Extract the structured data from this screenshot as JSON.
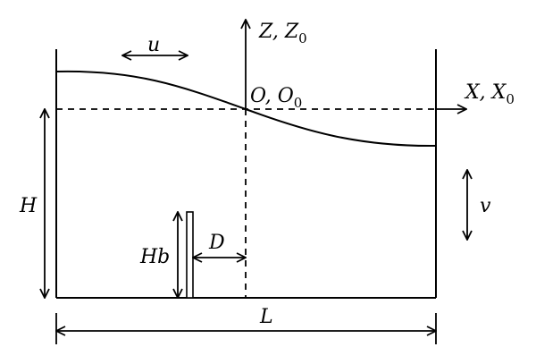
{
  "labels": {
    "u": "u",
    "v": "v",
    "h": "H",
    "hb": "Hb",
    "d": "D",
    "l": "L",
    "z_axis": "Z, Z",
    "z_axis_sub": "0",
    "x_axis": "X, X",
    "x_axis_sub": "0",
    "origin": "O, O",
    "origin_sub": "0"
  }
}
